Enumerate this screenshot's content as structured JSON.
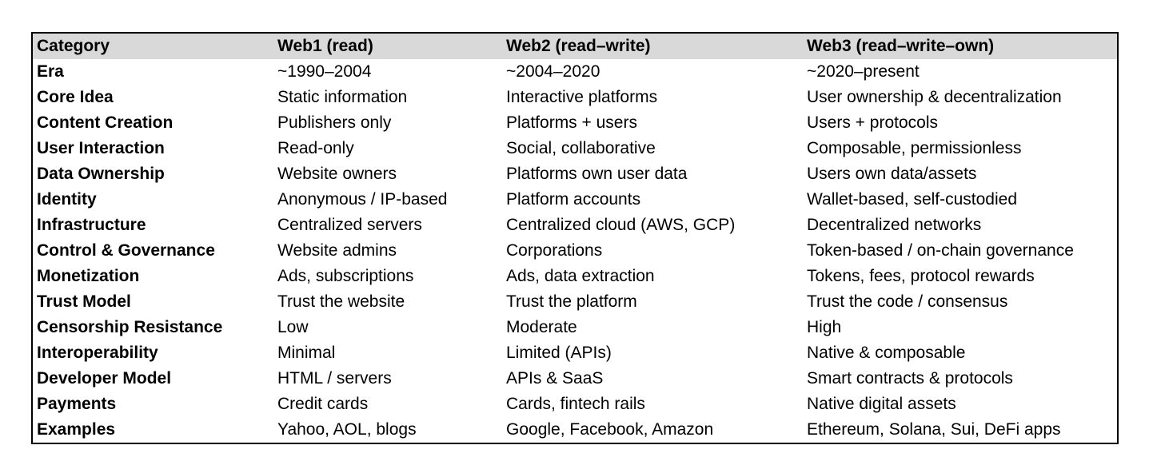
{
  "table": {
    "headers": [
      "Category",
      "Web1 (read)",
      "Web2 (read–write)",
      "Web3 (read–write–own)"
    ],
    "rows": [
      [
        "Era",
        "~1990–2004",
        "~2004–2020",
        "~2020–present"
      ],
      [
        "Core Idea",
        "Static information",
        "Interactive platforms",
        "User ownership & decentralization"
      ],
      [
        "Content Creation",
        "Publishers only",
        "Platforms + users",
        "Users + protocols"
      ],
      [
        "User Interaction",
        "Read-only",
        "Social, collaborative",
        "Composable, permissionless"
      ],
      [
        "Data Ownership",
        "Website owners",
        "Platforms own user data",
        "Users own data/assets"
      ],
      [
        "Identity",
        "Anonymous / IP-based",
        "Platform accounts",
        "Wallet-based, self-custodied"
      ],
      [
        "Infrastructure",
        "Centralized servers",
        "Centralized cloud (AWS, GCP)",
        "Decentralized networks"
      ],
      [
        "Control & Governance",
        "Website admins",
        "Corporations",
        "Token-based / on-chain governance"
      ],
      [
        "Monetization",
        "Ads, subscriptions",
        "Ads, data extraction",
        "Tokens, fees, protocol rewards"
      ],
      [
        "Trust Model",
        "Trust the website",
        "Trust the platform",
        "Trust the code / consensus"
      ],
      [
        "Censorship Resistance",
        "Low",
        "Moderate",
        "High"
      ],
      [
        "Interoperability",
        "Minimal",
        "Limited (APIs)",
        "Native & composable"
      ],
      [
        "Developer Model",
        "HTML / servers",
        "APIs & SaaS",
        "Smart contracts & protocols"
      ],
      [
        "Payments",
        "Credit cards",
        "Cards, fintech rails",
        "Native digital assets"
      ],
      [
        "Examples",
        "Yahoo, AOL, blogs",
        "Google, Facebook, Amazon",
        "Ethereum, Solana, Sui, DeFi apps"
      ]
    ]
  },
  "colors": {
    "header_background": "#d9d9d9",
    "border": "#000000",
    "text": "#000000",
    "background": "#ffffff"
  }
}
